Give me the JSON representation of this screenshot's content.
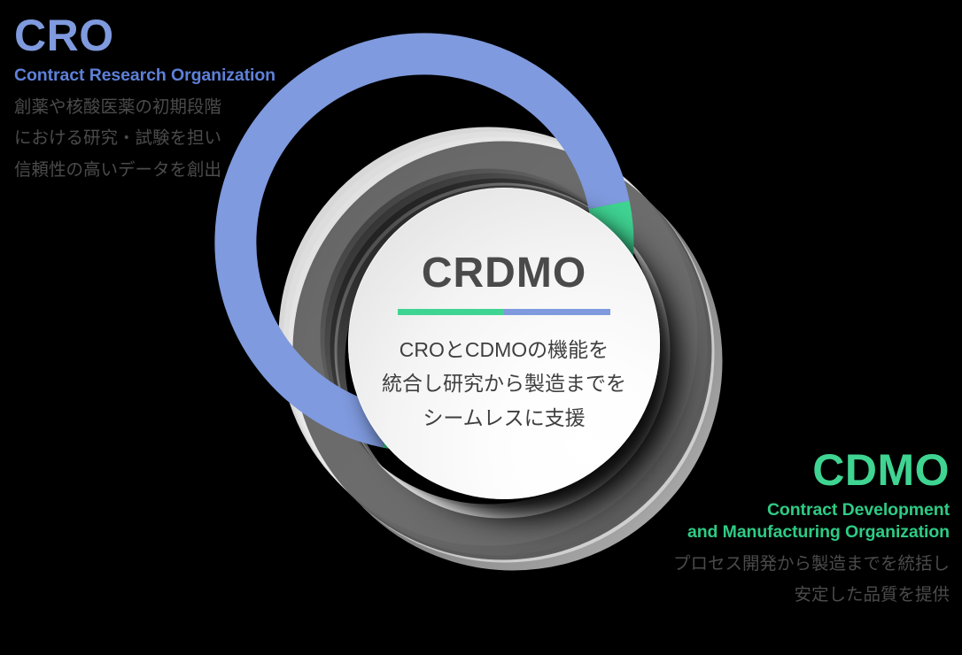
{
  "diagram": {
    "title": "CRDMO concept diagram",
    "colors": {
      "cro_blue": "#7f9ade",
      "cro_blue_text": "#5e80d8",
      "cdmo_green": "#3fd492",
      "cdmo_green_text": "#2ecb84",
      "center_text": "#4a4a4a",
      "body_text": "#4b4b4b",
      "background": "#000000"
    }
  },
  "cro": {
    "acronym": "CRO",
    "expansion": "Contract Research Organization",
    "description_lines": [
      "創薬や核酸医薬の初期段階",
      "における研究・試験を担い",
      "信頼性の高いデータを創出"
    ]
  },
  "cdmo": {
    "acronym": "CDMO",
    "expansion_lines": [
      "Contract Development",
      "and Manufacturing Organization"
    ],
    "description_lines": [
      "プロセス開発から製造までを統括し",
      "安定した品質を提供"
    ]
  },
  "center": {
    "title": "CRDMO",
    "description_lines": [
      "CROとCDMOの機能を",
      "統合し研究から製造までを",
      "シームレスに支援"
    ]
  },
  "chart_data": {
    "type": "pie",
    "title": "CRDMO donut ring",
    "legend_position": "outside",
    "categories": [
      "CRO",
      "CDMO"
    ],
    "values": [
      50,
      50
    ],
    "colors": [
      "#7f9ade",
      "#3fd492"
    ],
    "annotations": [
      "CRO arc spans the upper-left half of the ring",
      "CDMO arc spans the lower-right half of the ring",
      "Arc boundary points are at roughly 45° (upper right) and 225° (lower left)"
    ]
  }
}
